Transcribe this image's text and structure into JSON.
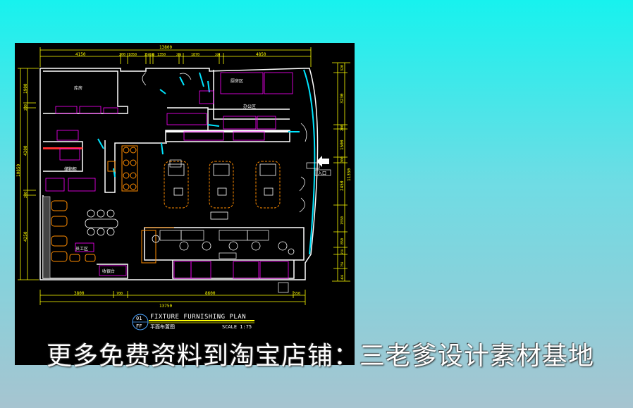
{
  "drawing": {
    "title": "FIXTURE FURNISHING PLAN",
    "number": "01",
    "sheet": "FF",
    "subtitle": "平面布置图",
    "scale": "SCALE 1:75",
    "exit_label": "入口",
    "dims": {
      "total_top": "13800",
      "top": [
        "4150",
        "200",
        "1050",
        "250",
        "100",
        "1350",
        "200",
        "1870",
        "200",
        "4850"
      ],
      "total_bottom": "13750",
      "bottom": [
        "3800",
        "700",
        "8600",
        "550"
      ],
      "left_total": "10850",
      "left": [
        "1900",
        "200",
        "4300",
        "200",
        "4250"
      ],
      "right_total": "11350",
      "right": [
        "320",
        "3230",
        "200",
        "1500",
        "300",
        "2450",
        "1550",
        "850",
        "350",
        "750",
        "400"
      ]
    },
    "rooms": [
      "库房",
      "储物柜",
      "办公区",
      "员工区",
      "收银台",
      "厨房区"
    ]
  },
  "watermark": "更多免费资料到淘宝店铺：三老爹设计素材基地",
  "colors": {
    "background_top": "#17f2ee",
    "background_bottom": "#a6c4d0",
    "canvas": "#000000",
    "wall": "#ffffff",
    "dimension": "#ffff00",
    "furniture": "#ff8c00",
    "equipment": "#ff00ff",
    "glass": "#00e5ff",
    "title_line": "#ffff00"
  }
}
